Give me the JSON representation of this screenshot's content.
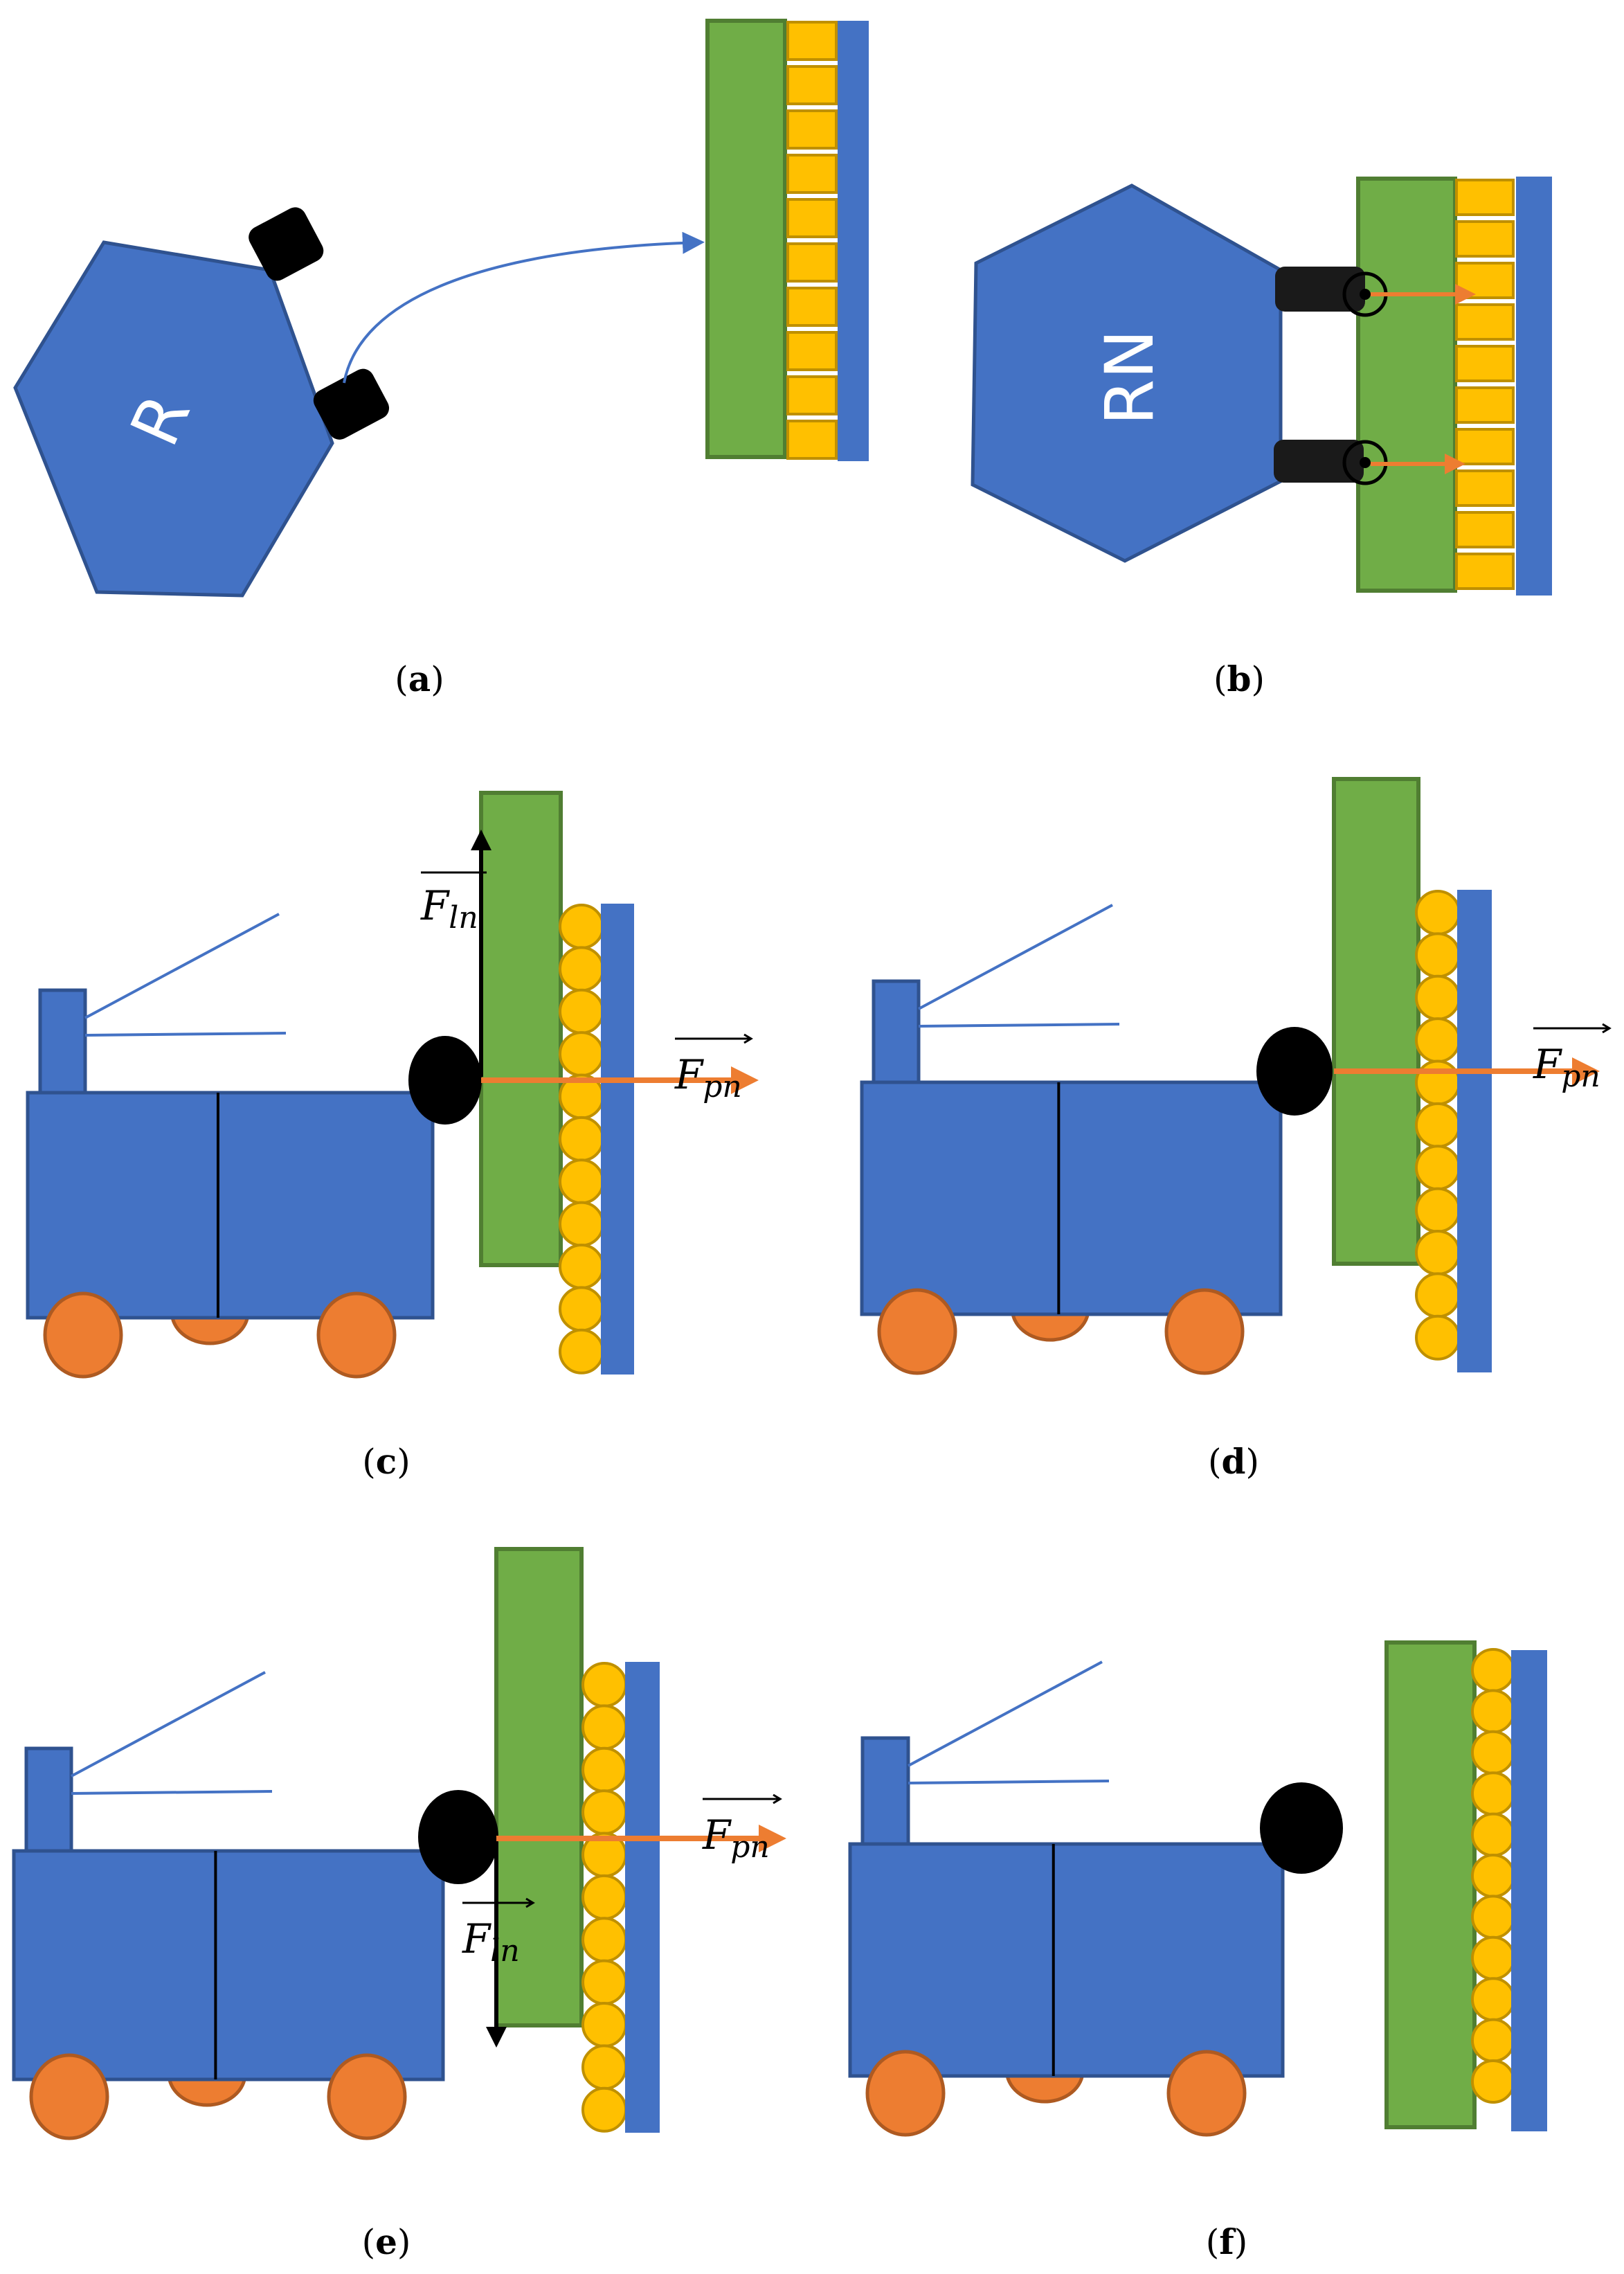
{
  "colors": {
    "robot_blue": "#4472C4",
    "robot_edge": "#2F528F",
    "panel_green": "#70AD47",
    "panel_green_edge": "#507E32",
    "cell_yellow": "#FFC000",
    "cell_edge": "#BF9000",
    "wall_blue": "#4472C4",
    "wheel_orange": "#ED7D31",
    "wheel_edge": "#AE5A21",
    "force_orange": "#ED7D31",
    "black": "#000000"
  },
  "robots": {
    "a_label": "R",
    "b_label": "RN"
  },
  "forces": {
    "f_pn": {
      "main": "F",
      "sub": "pn"
    },
    "f_ln": {
      "main": "F",
      "sub": "ln"
    }
  },
  "captions": {
    "a": {
      "open": "(",
      "letter": "a",
      "close": ")"
    },
    "b": {
      "open": "(",
      "letter": "b",
      "close": ")"
    },
    "c": {
      "open": "(",
      "letter": "c",
      "close": ")"
    },
    "d": {
      "open": "(",
      "letter": "d",
      "close": ")"
    },
    "e": {
      "open": "(",
      "letter": "e",
      "close": ")"
    },
    "f": {
      "open": "(",
      "letter": "f",
      "close": ")"
    }
  },
  "icons": [
    "hexagon-robot-icon",
    "gripper-icon",
    "cleaning-brush-icon",
    "wheel-icon",
    "solar-panel-icon",
    "force-arrow-icon"
  ]
}
